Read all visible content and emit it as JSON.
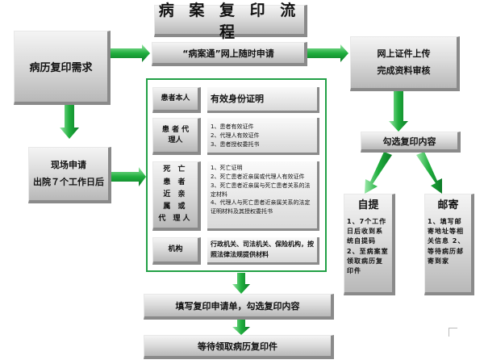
{
  "title": "病 案 复 印 流 程",
  "start": "病历复印需求",
  "online_apply": "“病案通”网上随时申请",
  "upload": [
    "网上证件上传",
    "完成资料审核"
  ],
  "onsite": [
    "现场申请",
    "出院７个工作日后"
  ],
  "applicants": [
    {
      "label": "患者本人",
      "items": [
        "有效身份证明"
      ]
    },
    {
      "label": "患 者 代理人",
      "items": [
        "1、患者有效证件",
        "2、代理人有效证件",
        "3、患者授权委托书"
      ]
    },
    {
      "label": "死 亡 患 者 近 亲 属 或 代 理人",
      "items": [
        "1、死亡证明",
        "2、死亡患者近亲属或代理人有效证件",
        "3、死亡患者近亲属与死亡患者关系的法定材料",
        "4、代理人与死亡患者近亲属关系的法定证明材料及其授权委托书"
      ]
    },
    {
      "label": "机构",
      "items": [
        "行政机关、司法机关、保险机构，按照法律法规提供材料"
      ]
    }
  ],
  "select": "勾选复印内容",
  "self_pickup": {
    "title": "自提",
    "text": "1、7个工作日后收到系统自提码 2、至病案室领取病历复印件"
  },
  "mail": {
    "title": "邮寄",
    "text": "1、填写邮寄地址等相关信息 2、等待病历邮寄到家"
  },
  "fill_form": "填写复印申请单，勾选复印内容",
  "wait": "等待领取病历复印件"
}
